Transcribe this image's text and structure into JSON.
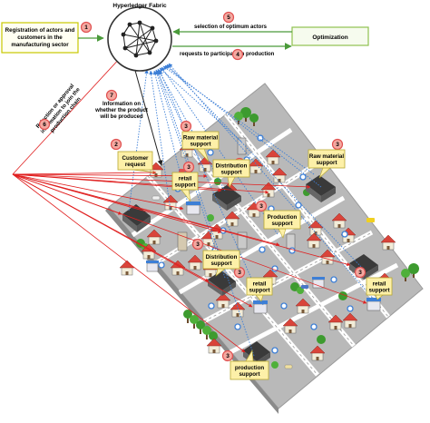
{
  "hyperledger": {
    "title": "Hyperledger Fabric"
  },
  "left_box": {
    "line1": "Registration of actors and",
    "line2": "customers in the",
    "line3": "manufacturing sector"
  },
  "optimization_box": {
    "label": "Optimization"
  },
  "arrows": {
    "selection": "selection of optimum actors",
    "requests": "requests to participate in production",
    "info_line1": "Information on",
    "info_line2": "whether the product",
    "info_line3": "will be produced",
    "rejection_line1": "Rejection or approval",
    "rejection_line2": "information to join the",
    "rejection_line3": "production chain"
  },
  "step_numbers": {
    "s1": "1",
    "s2": "2",
    "s3": "3",
    "s4": "4",
    "s5": "5",
    "s6": "6",
    "s7": "7"
  },
  "callouts": {
    "customer_request": {
      "line1": "Customer",
      "line2": "request"
    },
    "raw_material_1": {
      "line1": "Raw material",
      "line2": "support"
    },
    "raw_material_2": {
      "line1": "Raw material",
      "line2": "support"
    },
    "distribution_1": {
      "line1": "Distribution",
      "line2": "support"
    },
    "distribution_2": {
      "line1": "Distribution",
      "line2": "support"
    },
    "retail_1": {
      "line1": "retail",
      "line2": "support"
    },
    "retail_2": {
      "line1": "retail",
      "line2": "support"
    },
    "retail_3": {
      "line1": "retail",
      "line2": "support"
    },
    "production_1": {
      "line1": "Production",
      "line2": "support"
    },
    "production_2": {
      "line1": "production",
      "line2": "support"
    }
  },
  "colors": {
    "callout_fill": "#fdf0a8",
    "box_border_yellow": "#c8c800",
    "box_border_green": "#8fc24f",
    "badge_red": "#e05050",
    "arrow_green": "#4a9a3a",
    "arrow_red": "#e02020",
    "arrow_blue": "#3d7fd6",
    "ground": "#b8b8b8",
    "road": "#ffffff"
  }
}
